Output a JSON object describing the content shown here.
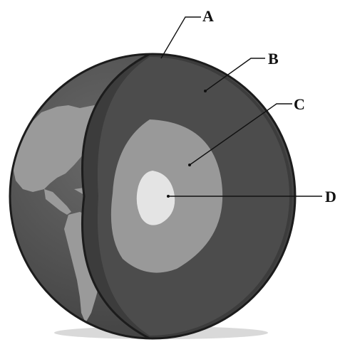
{
  "diagram": {
    "labels": {
      "a": "A",
      "b": "B",
      "c": "C",
      "d": "D"
    },
    "colors": {
      "background": "#ffffff",
      "ocean": "#545454",
      "land": "#9a9a9a",
      "cut_face": "#4c4c4c",
      "outer_band": "#3c3c3c",
      "layer_c": "#999999",
      "layer_d": "#e4e4e4",
      "outline": "#1c1c1c",
      "ink": "#111111"
    }
  }
}
